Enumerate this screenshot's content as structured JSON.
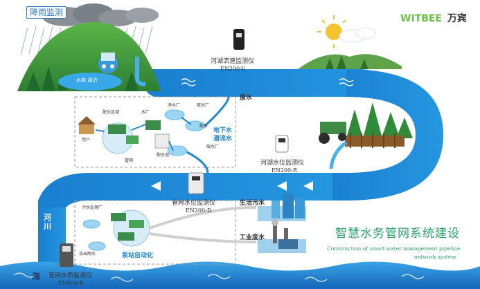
{
  "header": {
    "badge_rain": "降雨监测",
    "brand_en": "WITBEE",
    "brand_cn": "万宾"
  },
  "mountain_label": "水库 湖泊",
  "devices": {
    "river_flow": {
      "name": "河湖流速监测仪",
      "model": "EN200-V"
    },
    "river_level": {
      "name": "河湖水位监测仪",
      "model": "EN200-R"
    },
    "pipe_level": {
      "name": "管网水位监测仪",
      "model": "EN200-D"
    },
    "water_quality": {
      "name": "管网水质监测仪",
      "model": "EN400-R"
    }
  },
  "labels": {
    "raw_water": "原水",
    "groundwater_line1": "地下水",
    "groundwater_line2": "潜流水",
    "domestic_sewage": "生活污水",
    "industrial_wastewater": "工业废水",
    "pump_automation": "泵站自动化",
    "river_line1": "河",
    "river_line2": "川",
    "sea": "海"
  },
  "supply_box": {
    "distribution_zone": "配水区域",
    "water_plant": "水厂",
    "clean_water_plant": "净水厂",
    "intake_plant_top": "取水厂",
    "distribution": "配水",
    "user": "用户",
    "pipe_network": "管网",
    "distribution_pool": "配水池",
    "intake_plant_bottom": "取水厂"
  },
  "sewage_box": {
    "sewage_plant": "污水处理厂",
    "outflow_rainwater": "流出雨水"
  },
  "title": {
    "cn": "智慧水务管网系统建设",
    "en_line1": "Construction of smart water management pipeline",
    "en_line2": "network system"
  },
  "colors": {
    "river": "#1f86d2",
    "river_light": "#5fb3e8",
    "mountain": "#3e9a3c",
    "accent_green": "#6cc04a",
    "title_green": "#2aa36b",
    "badge_blue": "#2e78c8"
  }
}
